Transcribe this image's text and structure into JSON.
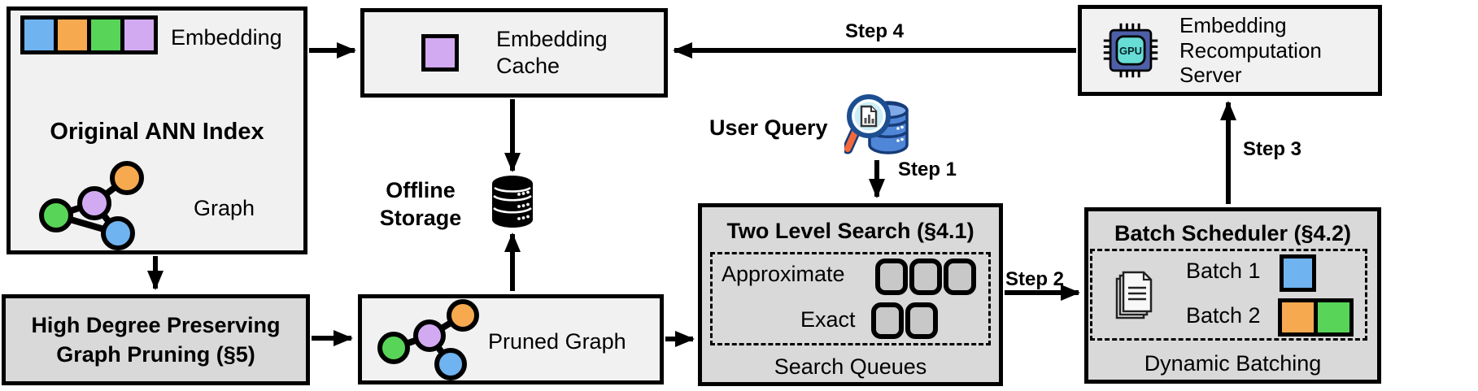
{
  "palette": {
    "blue": "#6fb3f0",
    "orange": "#f6a94f",
    "green": "#58d558",
    "purple": "#d2aaf2",
    "box_light": "#f1f1f2",
    "box_gray": "#d9d9da",
    "line_black": "#000000",
    "gpu_chip_body": "#4d5fa6",
    "gpu_chip_core": "#67ddd6",
    "query_db_blue": "#4f86d8",
    "lens_fill": "#cdeef8",
    "handle_orange": "#f4683c"
  },
  "original_index": {
    "embedding_label": "Embedding",
    "title": "Original ANN Index",
    "graph_label": "Graph"
  },
  "embedding_cache": {
    "label": "Embedding Cache"
  },
  "offline_storage": {
    "label": "Offline Storage"
  },
  "user_query": {
    "label": "User Query"
  },
  "steps": {
    "step1": "Step 1",
    "step2": "Step 2",
    "step3": "Step 3",
    "step4": "Step 4"
  },
  "two_level_search": {
    "title": "Two Level Search (§4.1)",
    "approximate_label": "Approximate",
    "approximate_slots": 3,
    "exact_label": "Exact",
    "exact_slots": 2,
    "footer": "Search Queues"
  },
  "batch_scheduler": {
    "title": "Batch Scheduler (§4.2)",
    "batch1_label": "Batch 1",
    "batch1_colors": [
      "blue"
    ],
    "batch2_label": "Batch 2",
    "batch2_colors": [
      "orange",
      "green"
    ],
    "footer": "Dynamic Batching"
  },
  "recomputation_server": {
    "label": "Embedding Recomputation Server",
    "gpu_label": "GPU"
  },
  "graph_pruning": {
    "label": "High Degree Preserving Graph Pruning (§5)"
  },
  "pruned_graph": {
    "label": "Pruned Graph"
  }
}
